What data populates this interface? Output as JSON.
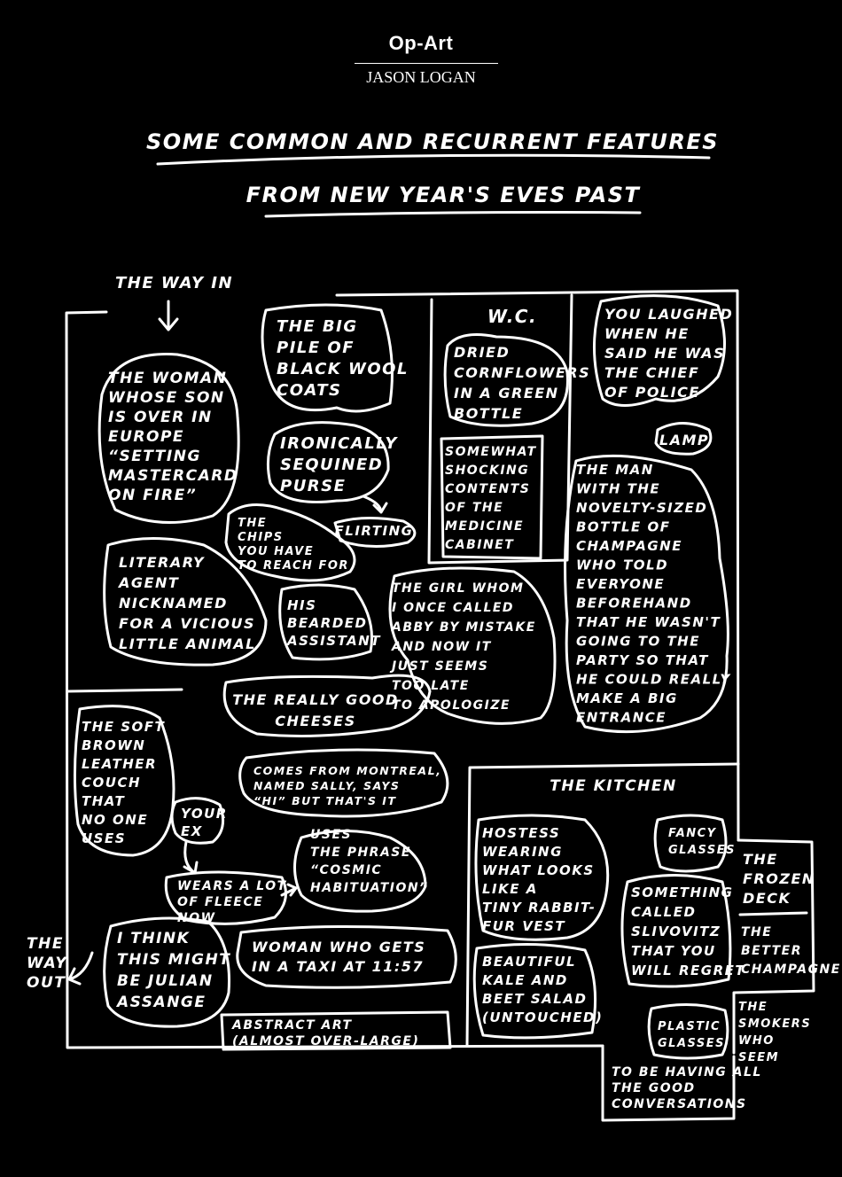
{
  "header": {
    "section": "Op-Art",
    "author": "JASON LOGAN"
  },
  "title": {
    "line1": "SOME COMMON AND RECURRENT FEATURES",
    "line2": "FROM NEW YEAR'S EVES PAST"
  },
  "rooms": {
    "wc": "W.C.",
    "kitchen": "THE KITCHEN",
    "frozen_deck": [
      "THE",
      "FROZEN",
      "DECK"
    ]
  },
  "arrows": {
    "way_in": "THE WAY IN",
    "way_out": [
      "THE",
      "WAY",
      "OUT"
    ]
  },
  "features": {
    "woman_son": [
      "THE WOMAN",
      "WHOSE SON",
      "IS OVER IN",
      "EUROPE",
      "“SETTING",
      "MASTERCARD",
      "ON FIRE”"
    ],
    "wool_coats": [
      "THE BIG",
      "PILE OF",
      "BLACK WOOL",
      "COATS"
    ],
    "dried_flowers": [
      "DRIED",
      "CORNFLOWERS",
      "IN A GREEN",
      "BOTTLE"
    ],
    "chief_police": [
      "YOU LAUGHED",
      "WHEN HE",
      "SAID HE WAS",
      "THE CHIEF",
      "OF POLICE"
    ],
    "sequined_purse": [
      "IRONICALLY",
      "SEQUINED",
      "PURSE"
    ],
    "lamp": "LAMP",
    "medicine_cabinet": [
      "SOMEWHAT",
      "SHOCKING",
      "CONTENTS",
      "OF THE",
      "MEDICINE",
      "CABINET"
    ],
    "champagne_man": [
      "THE MAN",
      "WITH THE",
      "NOVELTY-SIZED",
      "BOTTLE OF",
      "CHAMPAGNE",
      "WHO TOLD",
      "EVERYONE",
      "BEFOREHAND",
      "THAT HE WASN'T",
      "GOING TO THE",
      "PARTY SO THAT",
      "HE COULD REALLY",
      "MAKE A BIG",
      "ENTRANCE"
    ],
    "chips": [
      "THE",
      "CHIPS",
      "YOU HAVE",
      "TO REACH FOR"
    ],
    "flirting": "FLIRTING",
    "literary_agent": [
      "LITERARY",
      "AGENT",
      "NICKNAMED",
      "FOR A VICIOUS",
      "LITTLE ANIMAL"
    ],
    "bearded_assistant": [
      "HIS",
      "BEARDED",
      "ASSISTANT"
    ],
    "girl_abby": [
      "THE GIRL WHOM",
      "I ONCE CALLED",
      "ABBY BY MISTAKE",
      "AND NOW IT",
      "JUST SEEMS",
      "TOO LATE",
      "TO APOLOGIZE"
    ],
    "cheeses": [
      "THE REALLY GOOD",
      "CHEESES"
    ],
    "couch": [
      "THE SOFT",
      "BROWN",
      "LEATHER",
      "COUCH",
      "THAT",
      "NO ONE",
      "USES"
    ],
    "sally": [
      "COMES FROM MONTREAL,",
      "NAMED SALLY, SAYS",
      "“HI” BUT THAT'S IT"
    ],
    "your_ex": [
      "YOUR",
      "EX"
    ],
    "cosmic": [
      "USES",
      "THE PHRASE",
      "“COSMIC",
      "HABITUATION”"
    ],
    "fleece": [
      "WEARS A LOT",
      "OF FLEECE",
      "NOW"
    ],
    "julian": [
      "I THINK",
      "THIS MIGHT",
      "BE JULIAN",
      "ASSANGE"
    ],
    "taxi": [
      "WOMAN WHO GETS",
      "IN A TAXI AT 11:57"
    ],
    "abstract_art": [
      "ABSTRACT ART",
      "(ALMOST OVER-LARGE)"
    ],
    "hostess": [
      "HOSTESS",
      "WEARING",
      "WHAT LOOKS",
      "LIKE A",
      "TINY RABBIT-",
      "FUR VEST"
    ],
    "fancy_glasses": [
      "FANCY",
      "GLASSES"
    ],
    "slivovitz": [
      "SOMETHING",
      "CALLED",
      "SLIVOVITZ",
      "THAT YOU",
      "WILL REGRET"
    ],
    "kale": [
      "BEAUTIFUL",
      "KALE AND",
      "BEET SALAD",
      "(UNTOUCHED)"
    ],
    "plastic_glasses": [
      "PLASTIC",
      "GLASSES"
    ],
    "better_champagne": [
      "THE",
      "BETTER",
      "CHAMPAGNE"
    ],
    "smokers": [
      "THE",
      "SMOKERS",
      "WHO",
      "SEEM"
    ],
    "conversations": [
      "TO BE HAVING ALL",
      "THE GOOD",
      "CONVERSATIONS"
    ]
  }
}
